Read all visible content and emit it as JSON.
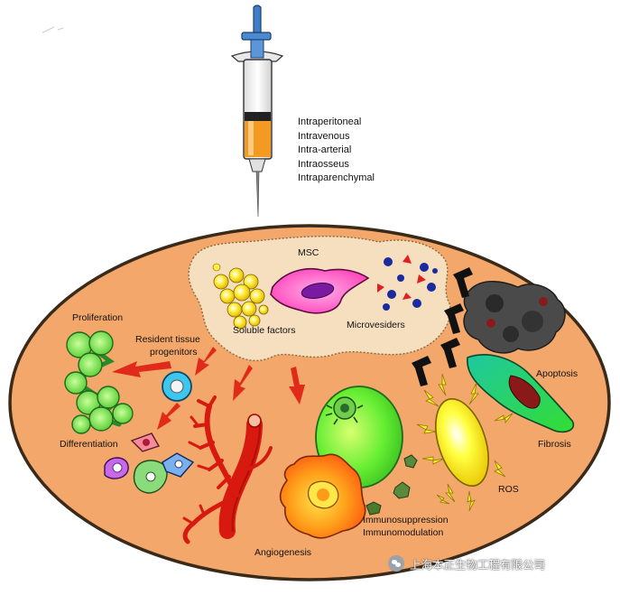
{
  "routes": [
    "Intraperitoneal",
    "Intravenous",
    "Intra-arterial",
    "Intraosseus",
    "Intraparenchymal"
  ],
  "labels": {
    "msc": "MSC",
    "soluble_factors": "Soluble factors",
    "microvesiders": "Microvesiders",
    "proliferation": "Proliferation",
    "resident_progenitors_line1": "Resident tissue",
    "resident_progenitors_line2": "progenitors",
    "differentiation": "Differentiation",
    "angiogenesis": "Angiogenesis",
    "immunosuppression": "Immunosuppression",
    "immunomodulation": "Immunomodulation",
    "apoptosis": "Apoptosis",
    "fibrosis": "Fibrosis",
    "ros": "ROS"
  },
  "watermark": "上海本正生物工程有限公司",
  "colors": {
    "tissue": "#f4a76a",
    "outline": "#3a2a1a",
    "cloud": "#f6dfbf",
    "arrow": "#e02a1a",
    "green": "#7fdc6a",
    "vessel": "#d8190f",
    "syringe_fluid": "#f39a23",
    "needle_hub": "#3f7fc4"
  }
}
